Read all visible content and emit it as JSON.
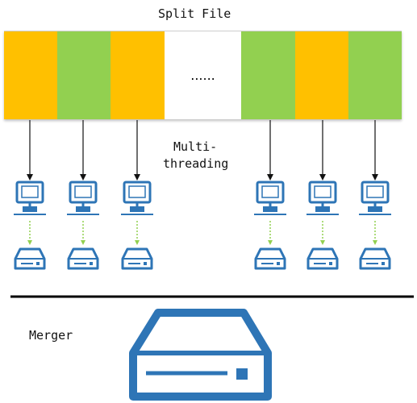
{
  "title": "Split File",
  "segments": [
    {
      "kind": "chunk",
      "color": "#FFC000"
    },
    {
      "kind": "chunk",
      "color": "#92D050"
    },
    {
      "kind": "chunk",
      "color": "#FFC000"
    },
    {
      "kind": "gap",
      "color": "#FFFFFF",
      "text": "......"
    },
    {
      "kind": "chunk",
      "color": "#92D050"
    },
    {
      "kind": "chunk",
      "color": "#FFC000"
    },
    {
      "kind": "chunk",
      "color": "#92D050"
    }
  ],
  "workers_label": {
    "line1": "Multi-",
    "line2": "threading"
  },
  "worker_icon": "computer-icon",
  "output_icon": "server-icon",
  "merger": {
    "label": "Merger",
    "icon": "server-icon"
  },
  "colors": {
    "orange": "#FFC000",
    "green": "#92D050",
    "arrow": "#111111",
    "dotted_arrow": "#92D050",
    "icon": "#2E75B6",
    "divider": "#000000"
  }
}
